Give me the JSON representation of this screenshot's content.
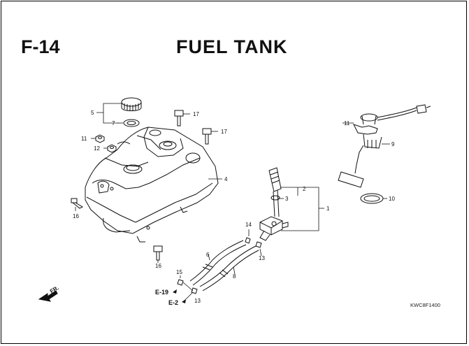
{
  "header": {
    "section_code": "F-14",
    "title": "FUEL TANK",
    "drawing_code": "KWC8F1400"
  },
  "direction_marker": "FR.",
  "references": [
    "E-19",
    "E-2"
  ],
  "callouts": [
    "1",
    "2",
    "3",
    "4",
    "5",
    "6",
    "7",
    "8",
    "9",
    "10",
    "11",
    "12",
    "12",
    "13",
    "13",
    "14",
    "15",
    "16",
    "16",
    "17",
    "17"
  ]
}
